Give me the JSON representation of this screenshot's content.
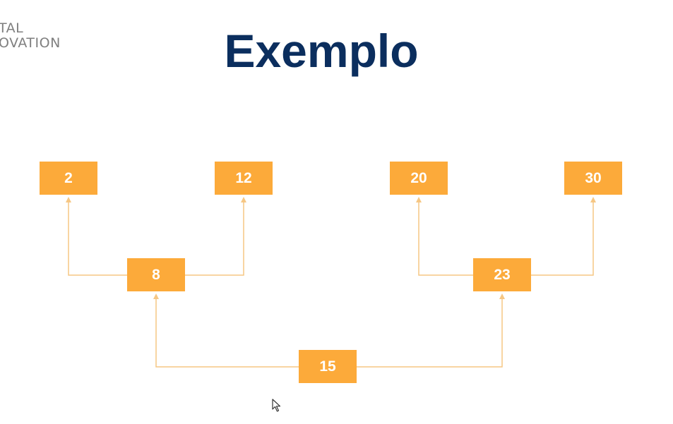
{
  "logo": {
    "line1": "TAL",
    "line2": "OVATION"
  },
  "title": "Exemplo",
  "diagram": {
    "nodes": [
      {
        "id": "n15",
        "value": "15"
      },
      {
        "id": "n8",
        "value": "8"
      },
      {
        "id": "n23",
        "value": "23"
      },
      {
        "id": "n2",
        "value": "2"
      },
      {
        "id": "n12",
        "value": "12"
      },
      {
        "id": "n20",
        "value": "20"
      },
      {
        "id": "n30",
        "value": "30"
      }
    ],
    "edges": [
      {
        "from": "15",
        "to": "8"
      },
      {
        "from": "15",
        "to": "23"
      },
      {
        "from": "8",
        "to": "2"
      },
      {
        "from": "8",
        "to": "12"
      },
      {
        "from": "23",
        "to": "20"
      },
      {
        "from": "23",
        "to": "30"
      }
    ],
    "colors": {
      "node_fill": "#fcaa3a",
      "edge": "#f6c784",
      "node_text": "#ffffff",
      "title": "#0b2e5e"
    }
  }
}
